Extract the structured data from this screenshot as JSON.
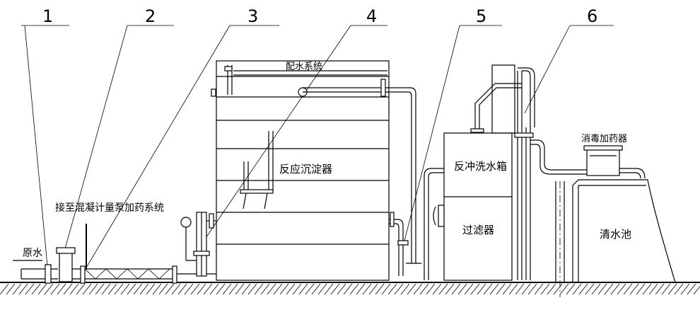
{
  "callouts": [
    "1",
    "2",
    "3",
    "4",
    "5",
    "6"
  ],
  "labels": {
    "raw_water": "原水",
    "dosing_system": "接至混凝计量泵加药系统",
    "water_distribution": "配水系统",
    "reaction_settler": "反应沉淀器",
    "backwash_tank": "反冲洗水箱",
    "filter": "过滤器",
    "disinfection_doser": "消毒加药器",
    "clear_water_pool": "清水池"
  }
}
